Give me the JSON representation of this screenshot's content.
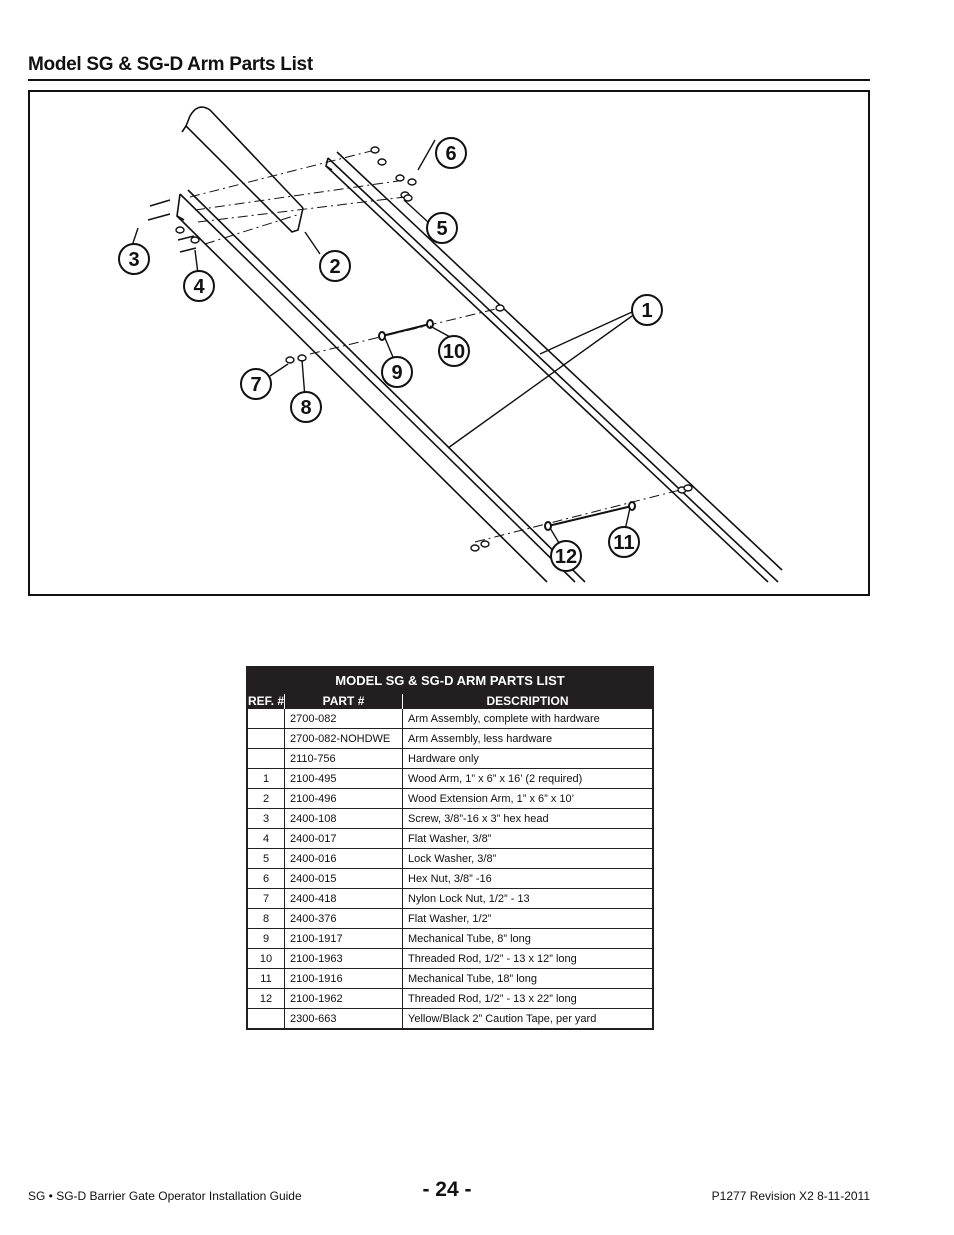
{
  "page": {
    "title": "Model SG & SG-D Arm Parts List"
  },
  "diagram": {
    "callouts": [
      "1",
      "2",
      "3",
      "4",
      "5",
      "6",
      "7",
      "8",
      "9",
      "10",
      "11",
      "12"
    ]
  },
  "parts_table": {
    "caption": "MODEL SG & SG-D ARM PARTS LIST",
    "headers": [
      "REF. #",
      "PART #",
      "DESCRIPTION"
    ],
    "rows": [
      {
        "ref": "",
        "part": "2700-082",
        "description": "Arm Assembly, complete with hardware"
      },
      {
        "ref": "",
        "part": "2700-082-NOHDWE",
        "description": "Arm Assembly, less hardware"
      },
      {
        "ref": "",
        "part": "2110-756",
        "description": "Hardware only"
      },
      {
        "ref": "1",
        "part": "2100-495",
        "description": "Wood Arm, 1” x 6” x 16’ (2 required)"
      },
      {
        "ref": "2",
        "part": "2100-496",
        "description": "Wood Extension Arm, 1” x 6” x 10’"
      },
      {
        "ref": "3",
        "part": "2400-108",
        "description": "Screw, 3/8”-16 x 3” hex head"
      },
      {
        "ref": "4",
        "part": "2400-017",
        "description": "Flat Washer, 3/8”"
      },
      {
        "ref": "5",
        "part": "2400-016",
        "description": "Lock Washer, 3/8”"
      },
      {
        "ref": "6",
        "part": "2400-015",
        "description": "Hex Nut, 3/8” -16"
      },
      {
        "ref": "7",
        "part": "2400-418",
        "description": "Nylon Lock Nut, 1/2” - 13"
      },
      {
        "ref": "8",
        "part": "2400-376",
        "description": "Flat Washer, 1/2”"
      },
      {
        "ref": "9",
        "part": "2100-1917",
        "description": "Mechanical Tube, 8” long"
      },
      {
        "ref": "10",
        "part": "2100-1963",
        "description": "Threaded Rod, 1/2” - 13 x 12” long"
      },
      {
        "ref": "11",
        "part": "2100-1916",
        "description": "Mechanical Tube, 18” long"
      },
      {
        "ref": "12",
        "part": "2100-1962",
        "description": "Threaded Rod, 1/2” - 13 x 22” long"
      },
      {
        "ref": "",
        "part": "2300-663",
        "description": "Yellow/Black 2” Caution Tape, per yard"
      }
    ]
  },
  "footer": {
    "left": "SG • SG-D Barrier Gate Operator Installation Guide",
    "page_number": "- 24 -",
    "right": "P1277 Revision X2 8-11-2011"
  }
}
